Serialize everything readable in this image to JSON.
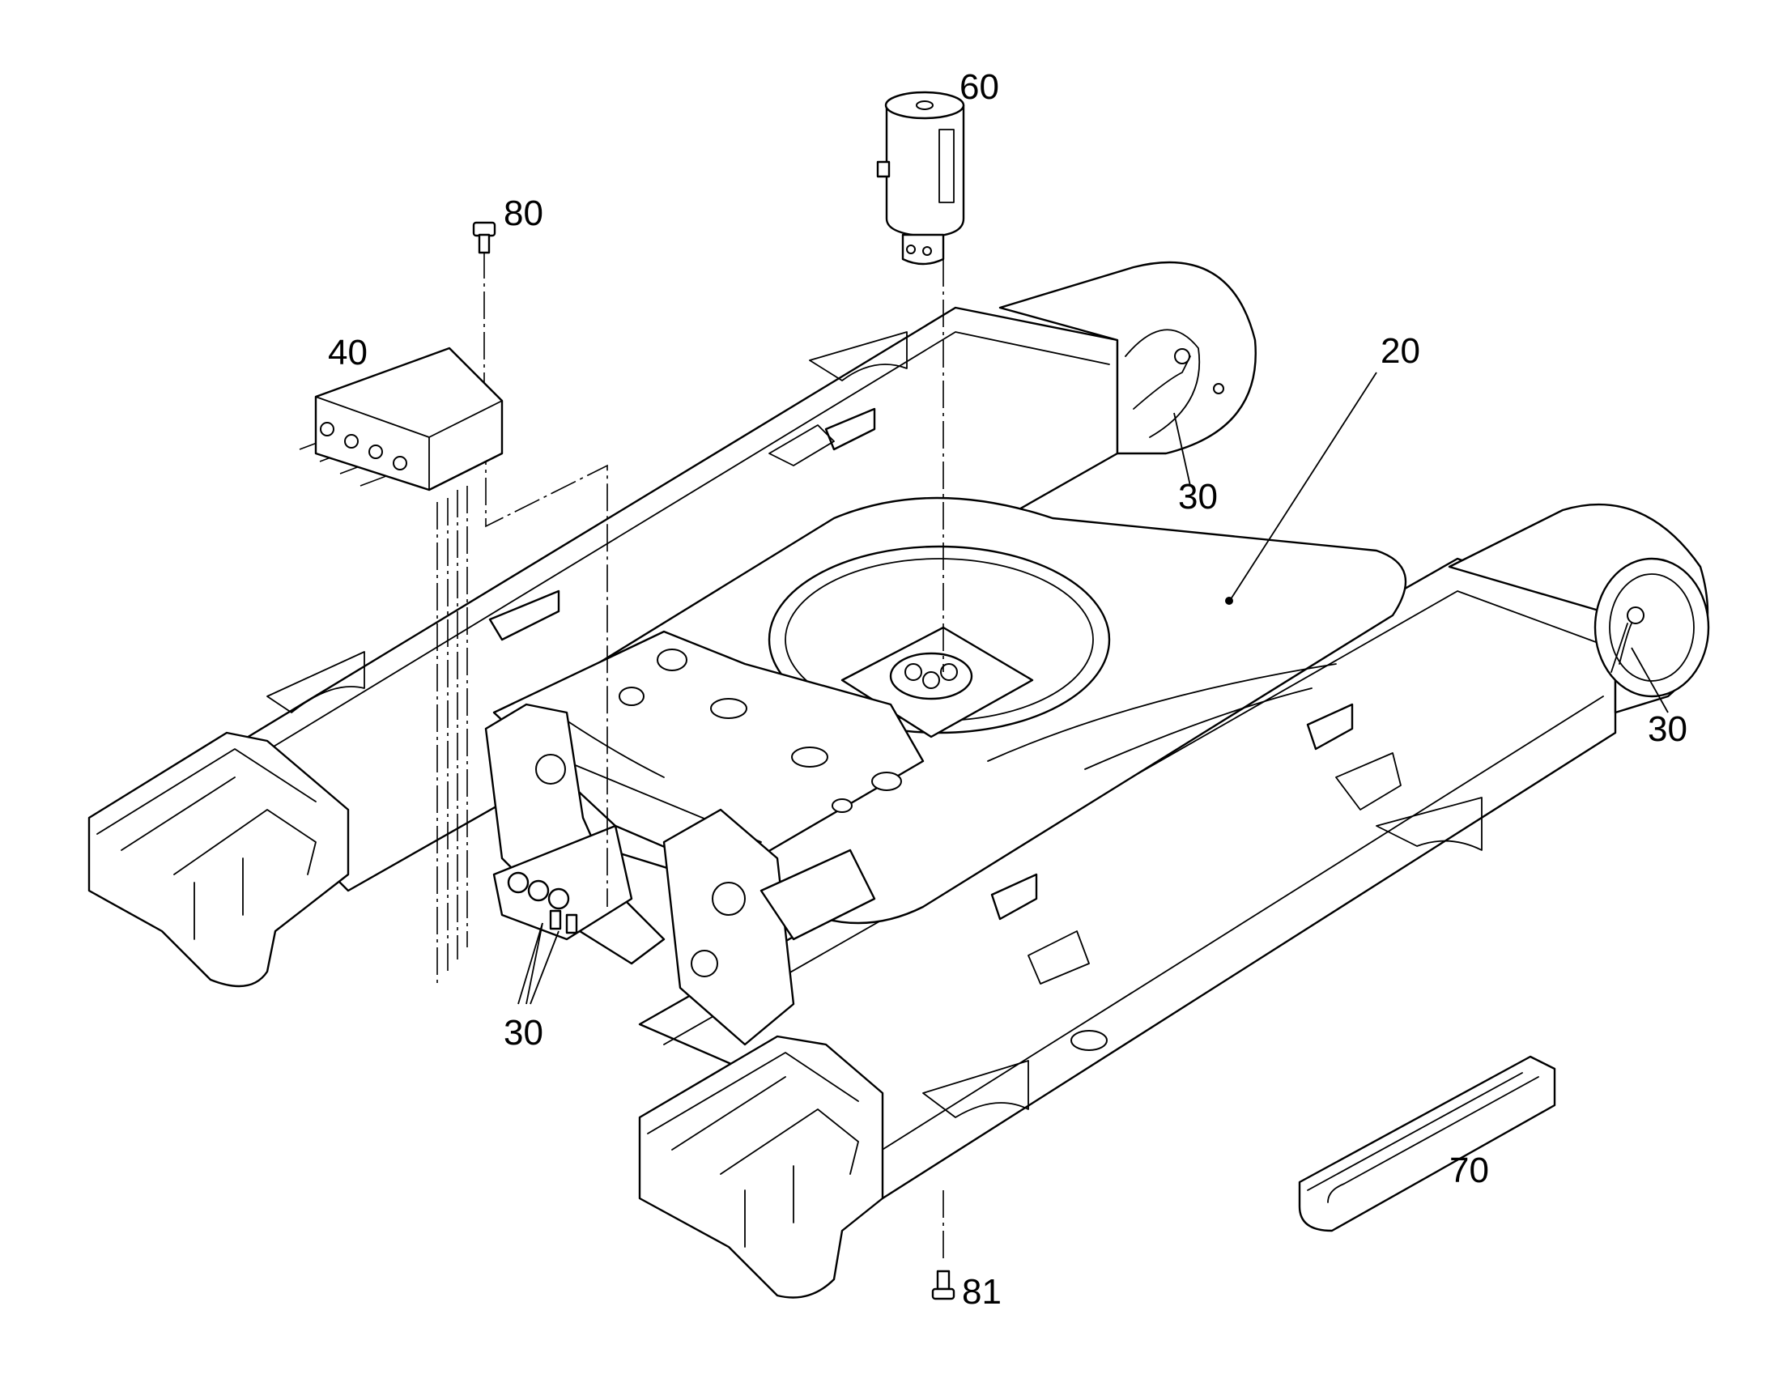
{
  "callouts": {
    "c20": "20",
    "c30_right_upper": "30",
    "c30_right_lower": "30",
    "c30_front": "30",
    "c40": "40",
    "c60": "60",
    "c70": "70",
    "c80": "80",
    "c81": "81"
  },
  "colors": {
    "line": "#000000",
    "background": "#ffffff"
  }
}
